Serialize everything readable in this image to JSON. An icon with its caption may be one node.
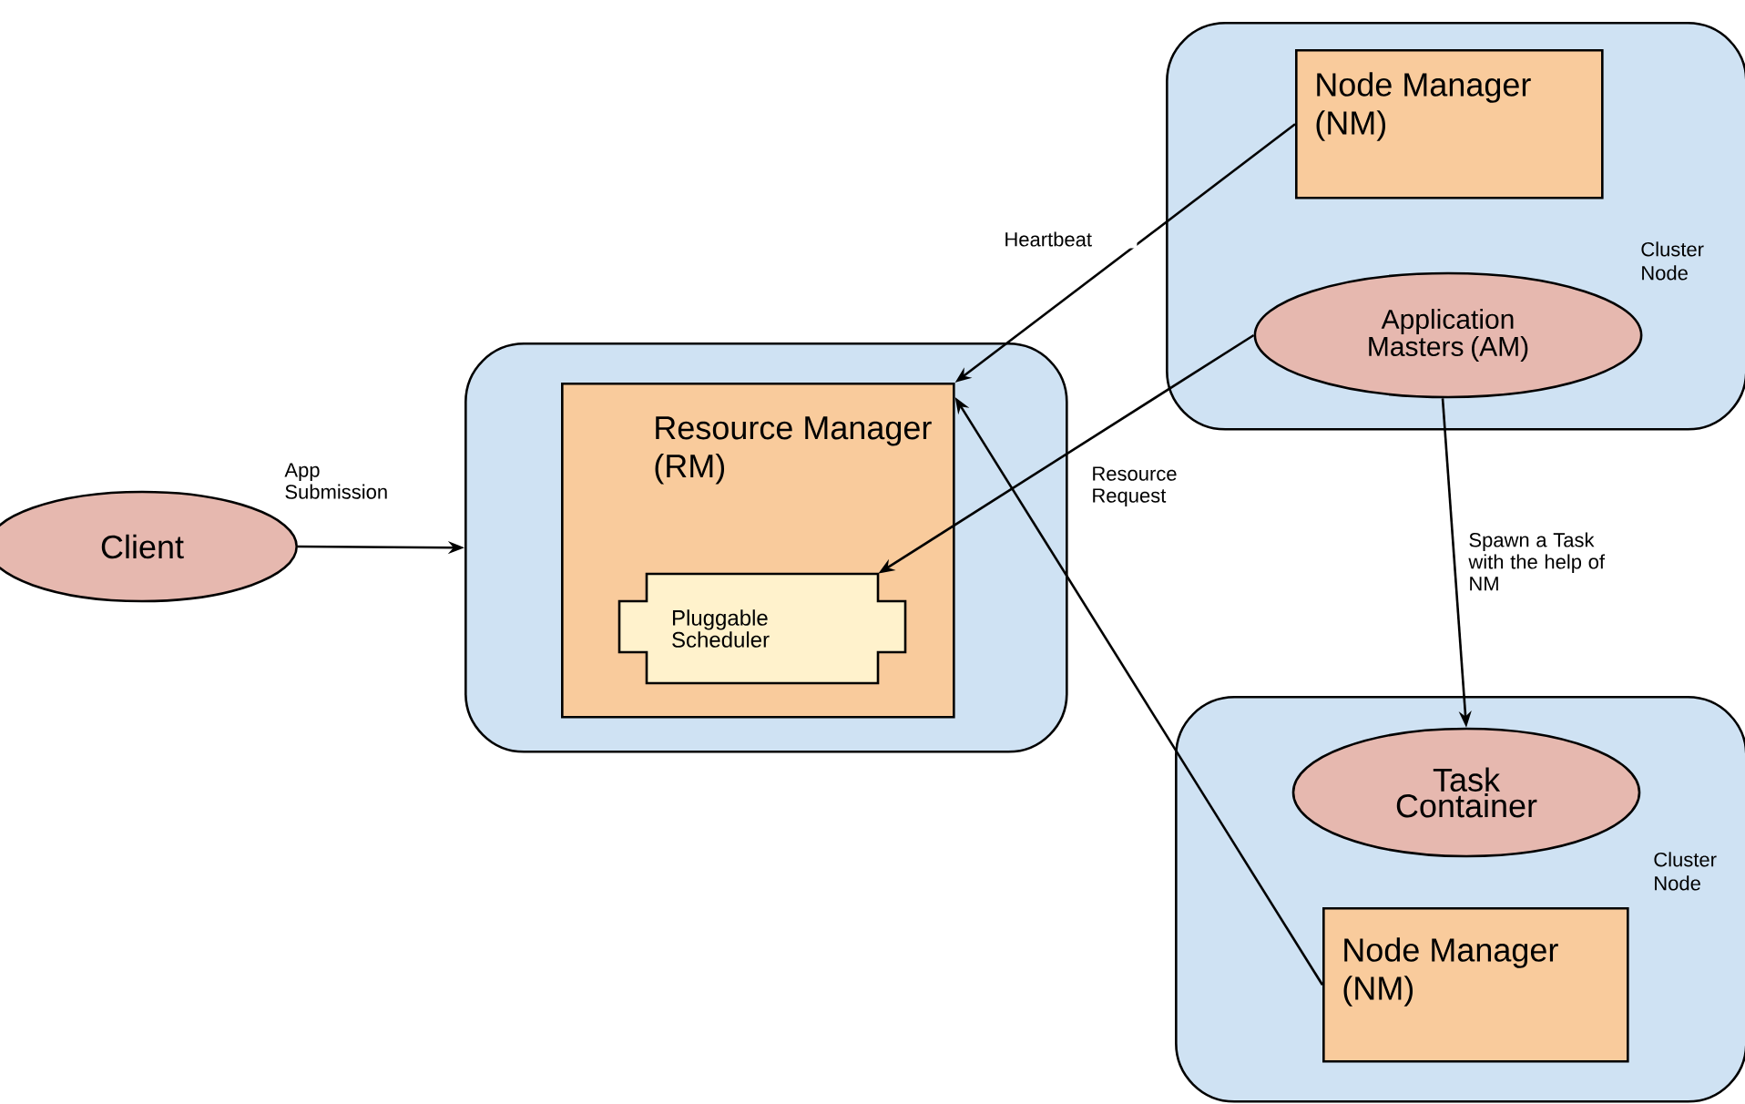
{
  "diagram": {
    "nodes": [
      {
        "text": [
          "Client"
        ]
      },
      {
        "text": [],
        "shape": "box"
      },
      {
        "text": [
          "Resource Manager (RM)"
        ],
        "in": 1
      },
      {
        "text": [
          "Pluggable Scheduler"
        ],
        "in": 2
      },
      {
        "text": [
          "Cluster Node"
        ]
      },
      {
        "text": [
          "Node Manager (NM)"
        ],
        "in": 4
      },
      {
        "text": [
          "Application Masters (AM)"
        ],
        "in": 4
      },
      {
        "text": [
          "Cluster Node"
        ]
      },
      {
        "text": [
          "Task Container"
        ],
        "in": 7
      },
      {
        "text": [
          "Node Manager (NM)"
        ],
        "in": 7
      }
    ],
    "edges": [
      {
        "from": 0,
        "to": 1,
        "arrow": "to",
        "label": "App Submission"
      },
      {
        "from": 5,
        "to": 2,
        "arrow": "to",
        "label": "Heartbeat"
      },
      {
        "from": 6,
        "to": 3,
        "arrow": "to",
        "label": "Resource Request"
      },
      {
        "from": 6,
        "to": 8,
        "arrow": "to",
        "label": "Spawn a Task with the help of NM"
      },
      {
        "from": 9,
        "to": 2,
        "arrow": "to"
      }
    ]
  }
}
